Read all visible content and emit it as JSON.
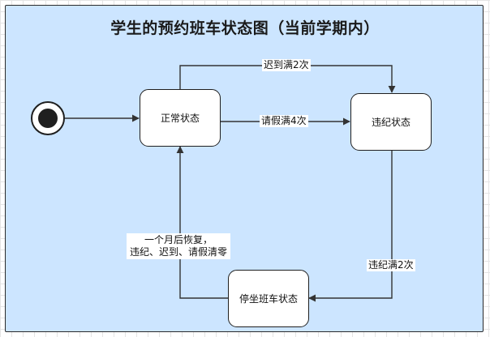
{
  "title": "学生的预约班车状态图（当前学期内）",
  "states": {
    "normal": "正常状态",
    "violation": "违纪状态",
    "suspended": "停坐班车状态"
  },
  "transitions": {
    "late": "迟到满2次",
    "leave": "请假满4次",
    "violation": "违纪满2次",
    "recover_line1": "一个月后恢复，",
    "recover_line2": "违纪、迟到、请假清零"
  },
  "colors": {
    "background": "#cce5ff",
    "node_fill": "#ffffff",
    "stroke": "#333333"
  }
}
